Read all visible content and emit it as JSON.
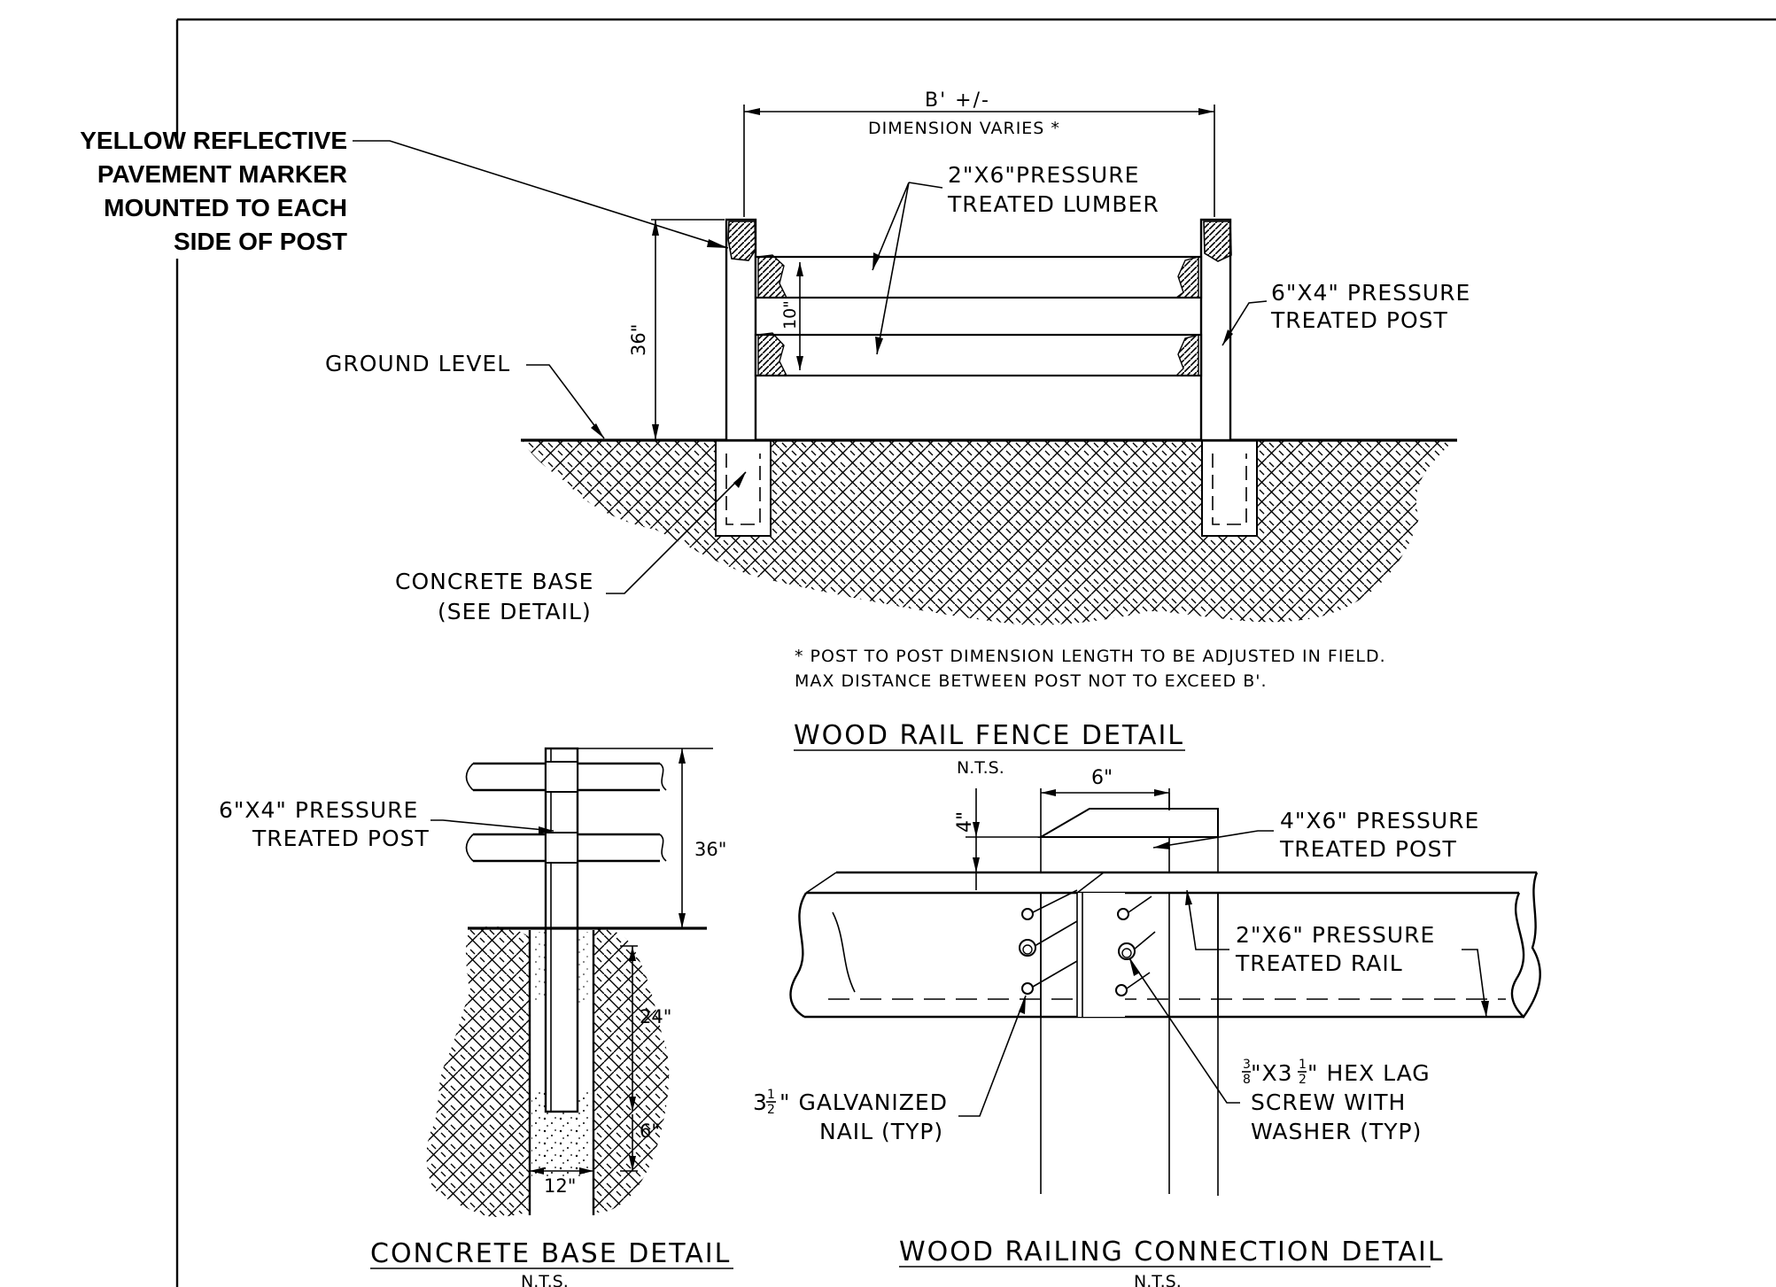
{
  "callout": {
    "line1": "YELLOW REFLECTIVE",
    "line2": "PAVEMENT MARKER",
    "line3": "MOUNTED TO EACH",
    "line4": "SIDE OF POST"
  },
  "fence": {
    "span": "B' +/-",
    "span_note": "DIMENSION VARIES *",
    "lumber_1": "2\"X6\"PRESSURE",
    "lumber_2": "TREATED LUMBER",
    "post_1": "6\"X4\" PRESSURE",
    "post_2": "TREATED POST",
    "height": "36\"",
    "gap": "10\"",
    "ground": "GROUND LEVEL",
    "base_1": "CONCRETE BASE",
    "base_2": "(SEE DETAIL)",
    "note_1": "* POST TO POST DIMENSION LENGTH TO BE ADJUSTED IN FIELD.",
    "note_2": "MAX DISTANCE BETWEEN POST NOT TO EXCEED B'.",
    "title": "WOOD RAIL FENCE DETAIL",
    "scale": "N.T.S."
  },
  "base_detail": {
    "post_1": "6\"X4\" PRESSURE",
    "post_2": "TREATED POST",
    "height": "36\"",
    "embed": "24\"",
    "bottom": "6\"",
    "width": "12\"",
    "title": "CONCRETE BASE DETAIL",
    "scale": "N.T.S."
  },
  "connection": {
    "post_w": "6\"",
    "post_d": "4\"",
    "post_1": "4\"X6\" PRESSURE",
    "post_2": "TREATED POST",
    "rail_1": "2\"X6\" PRESSURE",
    "rail_2": "TREATED RAIL",
    "nail_size": "3",
    "nail_num": "1",
    "nail_den": "2",
    "nail_1": "\" GALVANIZED",
    "nail_2": "NAIL (TYP)",
    "screw_num": "3",
    "screw_den": "8",
    "screw_mid": "\"X3",
    "screw_num2": "1",
    "screw_den2": "2",
    "screw_1": "\" HEX LAG",
    "screw_2": "SCREW WITH",
    "screw_3": "WASHER (TYP)",
    "title": "WOOD RAILING CONNECTION DETAIL",
    "scale": "N.T.S."
  }
}
